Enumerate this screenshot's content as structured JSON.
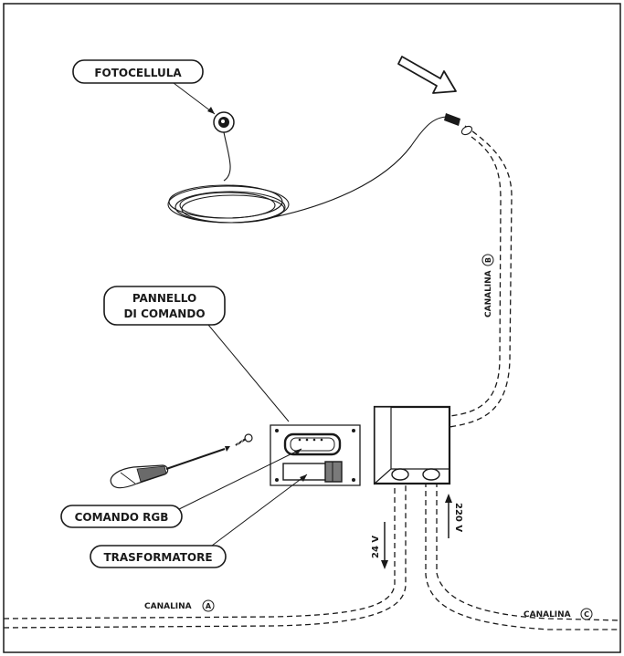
{
  "labels": {
    "fotocellula": "FOTOCELLULA",
    "pannello_line1": "PANNELLO",
    "pannello_line2": "DI COMANDO",
    "comando_rgb": "COMANDO RGB",
    "trasformatore": "TRASFORMATORE",
    "canalina_a": "CANALINA",
    "canalina_a_mark": "A",
    "canalina_b": "CANALINA",
    "canalina_b_mark": "B",
    "canalina_c": "CANALINA",
    "canalina_c_mark": "C",
    "volt_24": "24 V",
    "volt_220": "220 V"
  },
  "icons": [
    "insertion-arrow-icon",
    "screwdriver-icon",
    "screw-icon"
  ]
}
